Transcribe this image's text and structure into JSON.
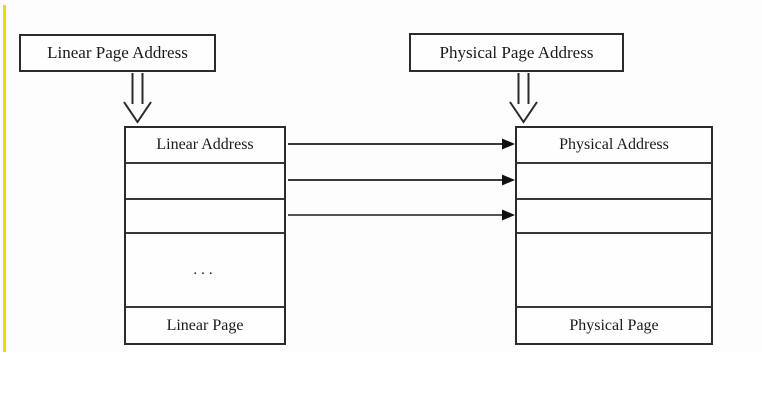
{
  "diagram": {
    "title_semantic": "linear-to-physical-page-mapping",
    "left_header": "Linear Page Address",
    "right_header": "Physical Page Address",
    "left_table": {
      "rows": [
        "Linear Address",
        "",
        "",
        "...",
        "Linear Page"
      ]
    },
    "right_table": {
      "rows": [
        "Physical Address",
        "",
        "",
        "",
        "Physical Page"
      ]
    },
    "colors": {
      "highlight_bar": "#e8df00",
      "line": "#2b2b2b",
      "background": "#fdfdfd"
    }
  }
}
